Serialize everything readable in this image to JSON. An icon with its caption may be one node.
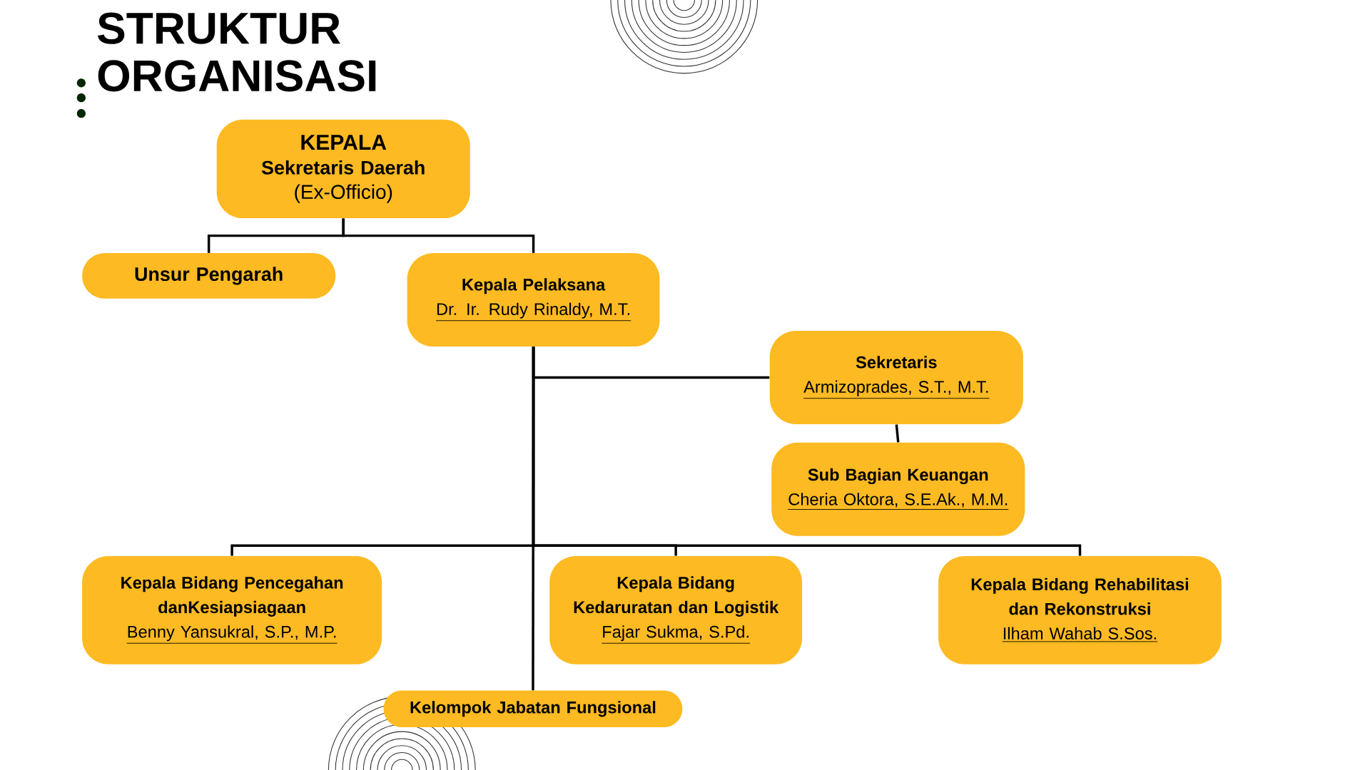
{
  "diagram": {
    "title": "STRUKTUR ORGANISASI",
    "nodes": [
      {
        "text": [
          "KEPALA",
          "Sekretaris Daerah",
          "(Ex-Officio)"
        ]
      },
      {
        "text": [
          "Unsur Pengarah"
        ]
      },
      {
        "text": [
          "Kepala Pelaksana",
          "Dr. Ir. Rudy Rinaldy, M.T."
        ]
      },
      {
        "text": [
          "Sekretaris",
          "Armizoprades, S.T., M.T."
        ]
      },
      {
        "text": [
          "Sub Bagian Keuangan",
          "Cheria Oktora, S.E.Ak., M.M."
        ]
      },
      {
        "text": [
          "Kepala Bidang Pencegahan danKesiapsiagaan",
          "Benny Yansukral, S.P., M.P."
        ]
      },
      {
        "text": [
          "Kepala Bidang Kedaruratan dan Logistik",
          "Fajar Sukma, S.Pd."
        ]
      },
      {
        "text": [
          "Kepala Bidang Rehabilitasi dan Rekonstruksi",
          "Ilham Wahab S.Sos."
        ]
      },
      {
        "text": [
          "Kelompok Jabatan Fungsional"
        ]
      }
    ],
    "edges": [
      {
        "from": 0,
        "to": 1,
        "arrow": "none"
      },
      {
        "from": 0,
        "to": 2,
        "arrow": "none"
      },
      {
        "from": 2,
        "to": 3,
        "arrow": "none"
      },
      {
        "from": 3,
        "to": 4,
        "arrow": "none"
      },
      {
        "from": 2,
        "to": 5,
        "arrow": "none"
      },
      {
        "from": 2,
        "to": 6,
        "arrow": "none"
      },
      {
        "from": 2,
        "to": 7,
        "arrow": "none"
      },
      {
        "from": 2,
        "to": 8,
        "arrow": "none"
      }
    ]
  }
}
